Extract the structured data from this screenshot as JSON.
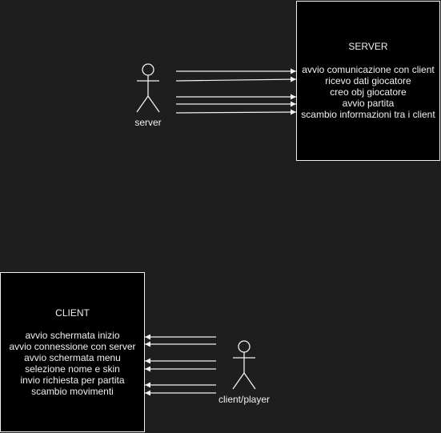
{
  "server_box": {
    "title": "SERVER",
    "lines": [
      "avvio comunicazione con client",
      "ricevo dati giocatore",
      "creo obj giocatore",
      "avvio partita",
      "scambio informazioni tra i client"
    ]
  },
  "client_box": {
    "title": "CLIENT",
    "lines": [
      "avvio schermata inizio",
      "avvio connessione con server",
      "avvio schermata menu",
      "selezione nome e skin",
      "invio richiesta per partita",
      "scambio movimenti"
    ]
  },
  "actors": {
    "server": "server",
    "client": "client/player"
  },
  "colors": {
    "background": "#1e1e1e",
    "box_fill": "#000000",
    "stroke": "#f0f0f0"
  }
}
